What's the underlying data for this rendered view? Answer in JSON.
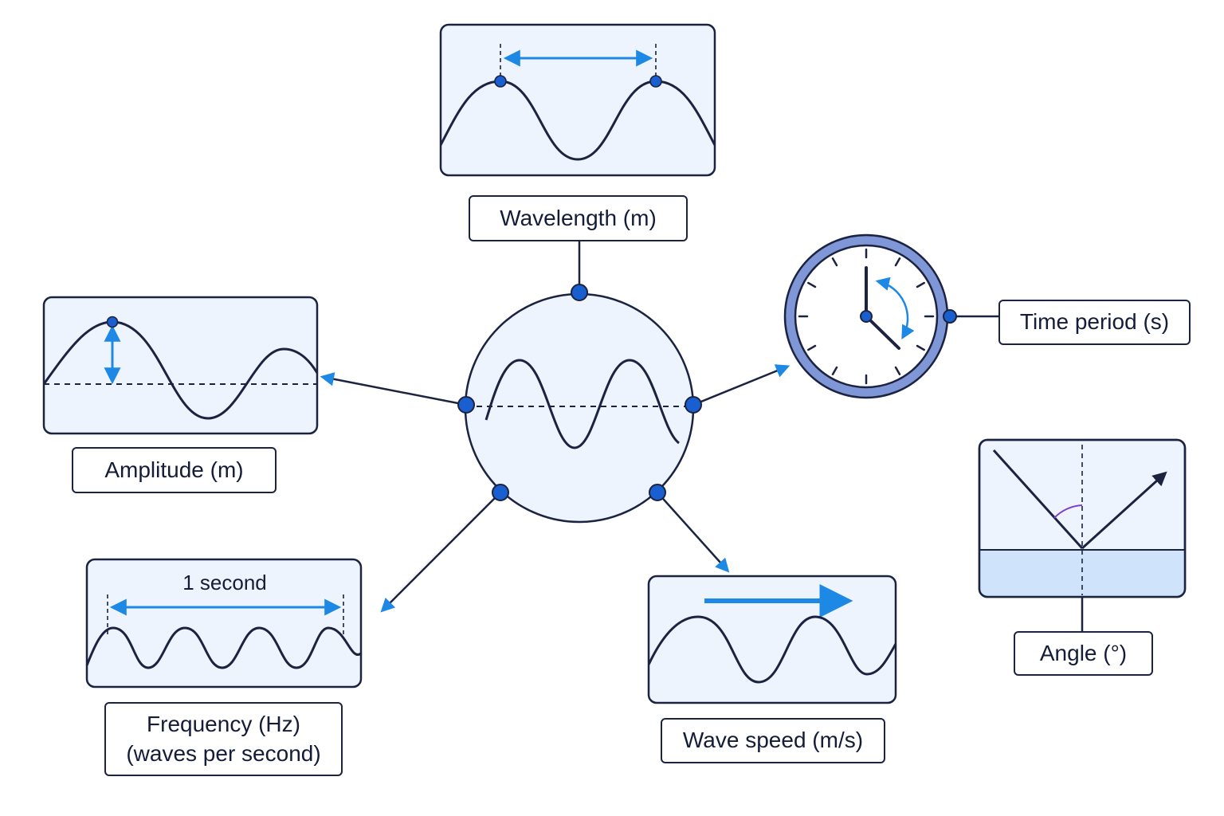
{
  "labels": {
    "wavelength": "Wavelength (m)",
    "amplitude": "Amplitude (m)",
    "time_period": "Time period (s)",
    "frequency_line1": "Frequency (Hz)",
    "frequency_line2": "(waves per second)",
    "wave_speed": "Wave speed (m/s)",
    "angle": "Angle (°)"
  },
  "frequency_panel": {
    "duration_label": "1 second"
  },
  "colors": {
    "ink": "#1b2340",
    "accent": "#1e88e5",
    "node": "#1a5fd0",
    "panel_fill": "#edf4fd",
    "clock_ring": "#7f97d6",
    "water": "#cfe3fb",
    "angle_arc": "#7b3fd1"
  }
}
